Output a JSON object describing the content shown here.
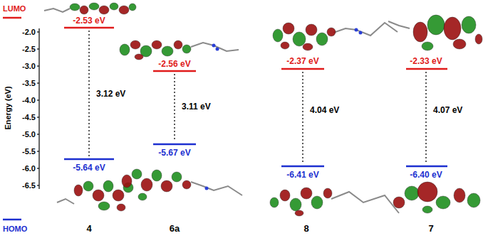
{
  "diagram": {
    "labels": [
      "-2.0",
      "-2.5",
      "-3.0",
      "-3.5",
      "-4.0",
      "-4.5",
      "-5.0",
      "-5.5",
      "-6.0",
      "-6.5",
      "Energy (eV)",
      "-2.53 eV",
      "3.12 eV",
      "-5.64 eV",
      "-2.56 eV",
      "3.11 eV",
      "-5.67 eV",
      "-2.37 eV",
      "4.04 eV",
      "-6.41 eV",
      "-2.33 eV",
      "4.07 eV",
      "-6.40 eV",
      "4",
      "6a",
      "8",
      "7"
    ],
    "legend": [
      {
        "text": "LUMO"
      },
      {
        "text": "HOMO"
      }
    ]
  }
}
